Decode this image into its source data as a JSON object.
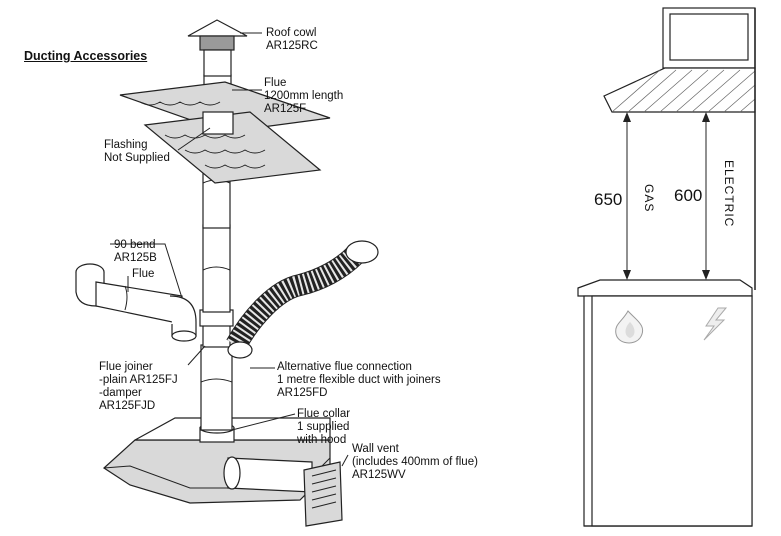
{
  "section_title": "Ducting Accessories",
  "labels": {
    "roof_cowl": [
      "Roof cowl",
      "AR125RC"
    ],
    "flue_top": [
      "Flue",
      "1200mm length",
      "AR125F"
    ],
    "flashing": [
      "Flashing",
      "Not Supplied"
    ],
    "bend": [
      "90  bend",
      "AR125B"
    ],
    "flue_left": [
      "Flue"
    ],
    "flue_joiner": [
      "Flue joiner",
      "-plain AR125FJ",
      "-damper",
      "AR125FJD"
    ],
    "alt_connection": [
      "Alternative flue connection",
      "1 metre flexible duct with joiners",
      "AR125FD"
    ],
    "flue_collar": [
      "Flue collar",
      "1 supplied",
      "with hood"
    ],
    "wall_vent": [
      "Wall vent",
      "(includes 400mm of flue)",
      "AR125WV"
    ]
  },
  "clearances": {
    "gas_value": "650",
    "gas_label": "GAS",
    "electric_value": "600",
    "electric_label": "ELECTRIC"
  },
  "icons": [
    "gas-flame-icon",
    "electric-bolt-icon"
  ]
}
